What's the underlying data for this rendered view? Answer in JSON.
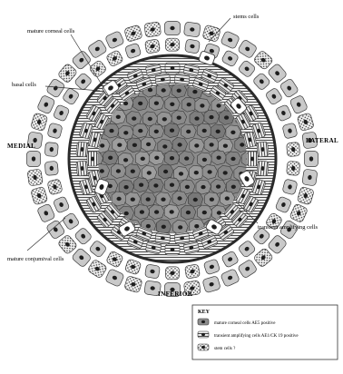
{
  "diagram": {
    "labels": {
      "stem_cells": "stems cells",
      "mature_corneal_cells": "mature corneal cells",
      "basal_cells": "basal cells",
      "medial": "MEDIAL",
      "lateral": "LATERAL",
      "inferior": "INFERIOR",
      "mature_conjunctival_cells": "mature conjumival cells",
      "transient_amplifying_cells": "transient amplifying cells"
    },
    "key": {
      "title": "KEY",
      "items": [
        {
          "text": "mature corneal cells   AE5 positive",
          "pattern": "grey"
        },
        {
          "text": "transient amplifying cells  AE1/CK 19 positive",
          "pattern": "striped"
        },
        {
          "text": "stem cells   ?",
          "pattern": "dotted"
        }
      ]
    },
    "colors": {
      "mature_corneal": "#8c8c8c",
      "transient_amplifying": "#b8b8b8",
      "conjunctival": "#c9c9c9",
      "nucleus": "#1e1e1e",
      "outline": "#3a3a3a",
      "limbus_ring": "#2a2a2a"
    }
  }
}
